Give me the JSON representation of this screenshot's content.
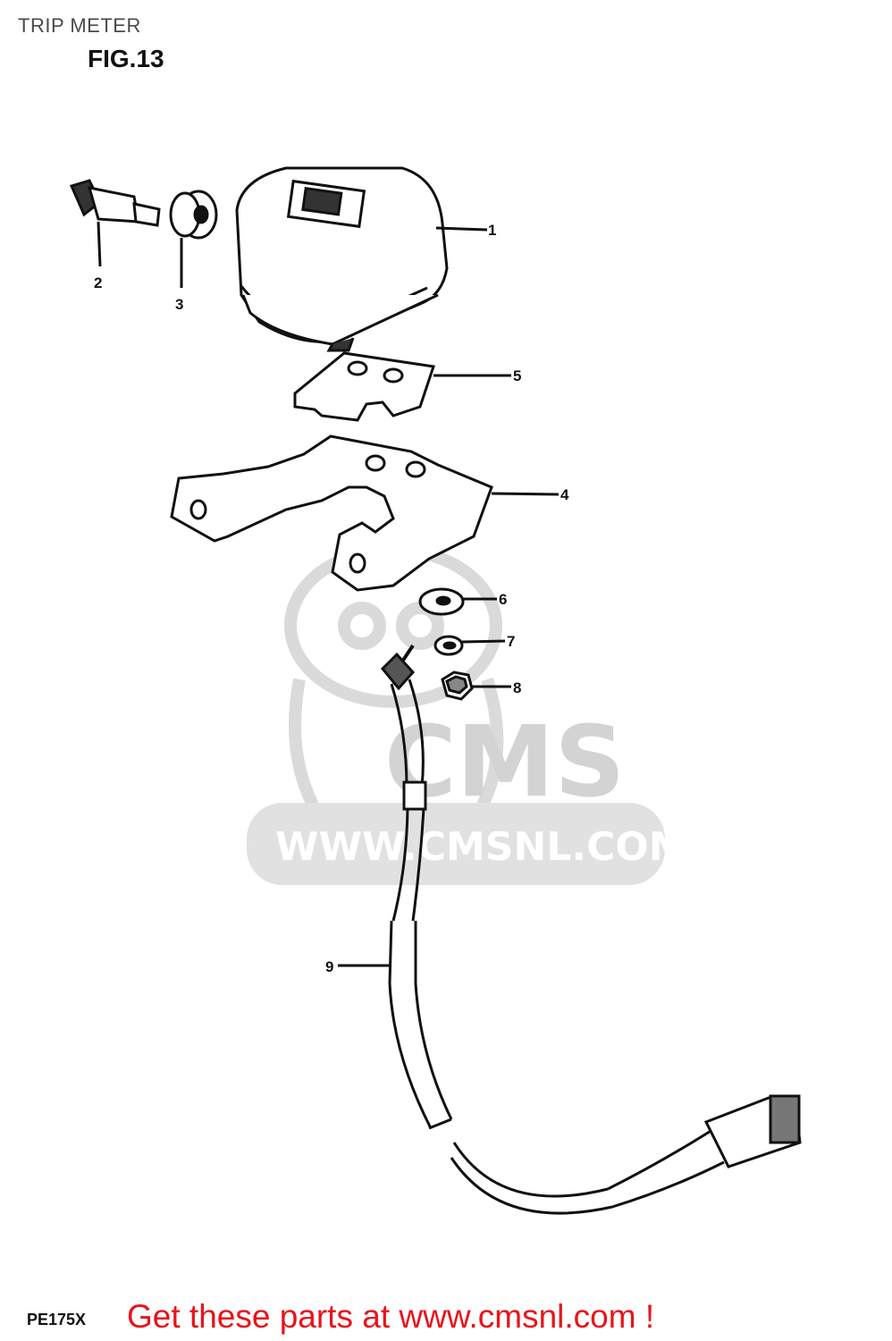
{
  "header": {
    "page_title": "TRIP METER",
    "figure_label": "FIG.13"
  },
  "footer": {
    "model_code": "PE175X",
    "shop_link_text": "Get these parts at www.cmsnl.com !"
  },
  "watermark": {
    "brand": "CMS",
    "url": "WWW.CMSNL.COM",
    "color": "#cfcfcf"
  },
  "callouts": [
    {
      "id": "1",
      "label": "1",
      "part": "trip-meter-assembly"
    },
    {
      "id": "2",
      "label": "2",
      "part": "reset-knob"
    },
    {
      "id": "3",
      "label": "3",
      "part": "grommet"
    },
    {
      "id": "4",
      "label": "4",
      "part": "mounting-bracket"
    },
    {
      "id": "5",
      "label": "5",
      "part": "mounting-plate"
    },
    {
      "id": "6",
      "label": "6",
      "part": "washer"
    },
    {
      "id": "7",
      "label": "7",
      "part": "lock-washer"
    },
    {
      "id": "8",
      "label": "8",
      "part": "nut"
    },
    {
      "id": "9",
      "label": "9",
      "part": "trip-meter-cable"
    }
  ],
  "colors": {
    "line": "#111111",
    "link": "#e8141b",
    "title": "#4a4a4a"
  }
}
